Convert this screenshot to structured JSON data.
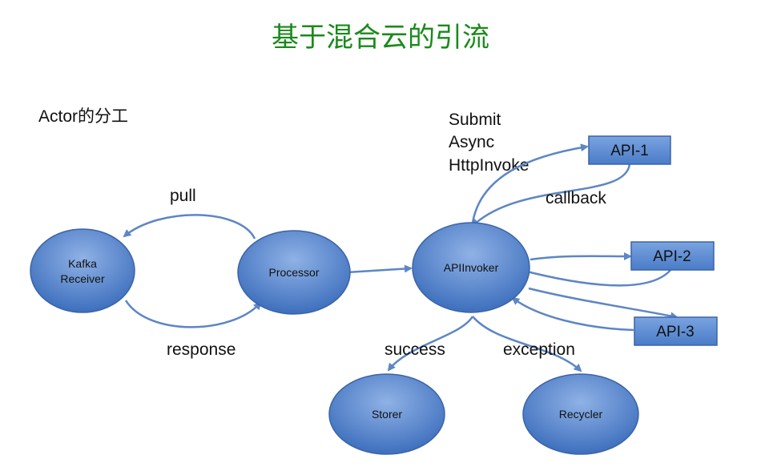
{
  "title": "基于混合云的引流",
  "section_label": "Actor的分工",
  "submit_note": [
    "Submit",
    "Async",
    "HttpInvoke"
  ],
  "nodes": {
    "kafka_receiver": [
      "Kafka",
      "Receiver"
    ],
    "processor": "Processor",
    "api_invoker": "APIInvoker",
    "storer": "Storer",
    "recycler": "Recycler"
  },
  "apis": [
    "API-1",
    "API-2",
    "API-3"
  ],
  "edge_labels": {
    "pull": "pull",
    "response": "response",
    "callback": "callback",
    "success": "success",
    "exception": "exception"
  },
  "colors": {
    "title": "#1a8a1a",
    "node_fill": "#4f7ec8",
    "box_fill": "#5a8ad2",
    "edge": "#5d86c4"
  }
}
